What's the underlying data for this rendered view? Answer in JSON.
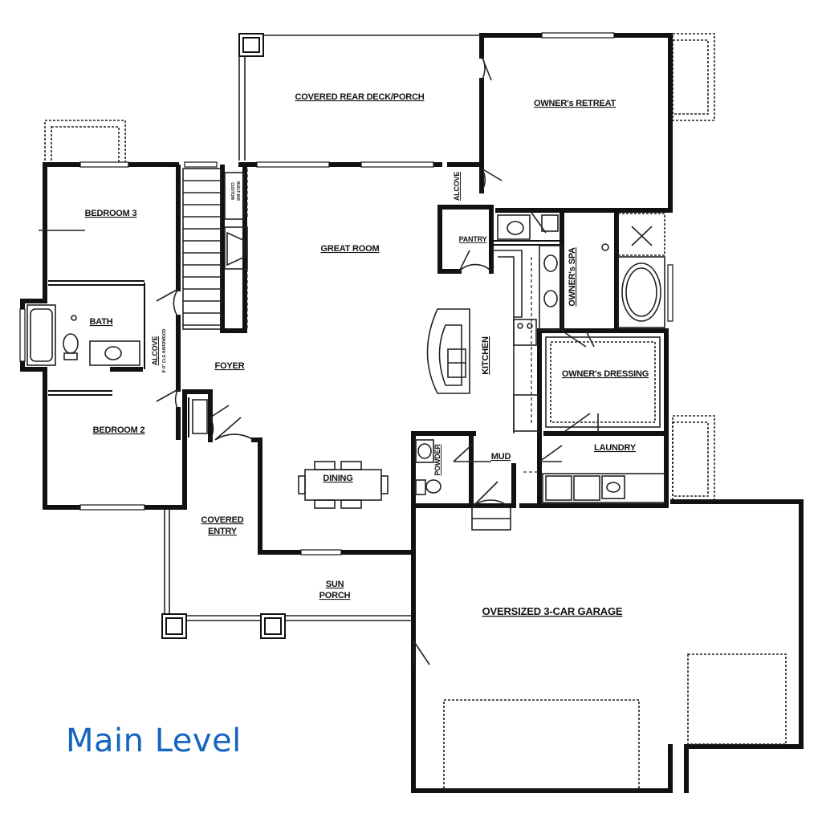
{
  "title": "Main Level",
  "colors": {
    "title": "#1565c0",
    "walls": "#111111",
    "background": "#ffffff"
  },
  "rooms": {
    "covered_rear_deck": "COVERED REAR DECK/PORCH",
    "owners_retreat": "OWNER's RETREAT",
    "bedroom3": "BEDROOM 3",
    "great_room": "GREAT ROOM",
    "alcove_top": "ALCOVE",
    "pantry": "PANTRY",
    "owners_spa": "OWNER's SPA",
    "bath": "BATH",
    "alcove_left": "ALCOVE",
    "alcove_note": "9'-0\" CLG HARDWOOD",
    "foyer": "FOYER",
    "kitchen": "KITCHEN",
    "owners_dressing": "OWNER's DRESSING",
    "bedroom2": "BEDROOM 2",
    "mud": "MUD",
    "laundry": "LAUNDRY",
    "powder": "POWDER",
    "dining": "DINING",
    "covered_entry_1": "COVERED",
    "covered_entry_2": "ENTRY",
    "sun_porch_1": "SUN",
    "sun_porch_2": "PORCH",
    "garage": "OVERSIZED 3-CAR GARAGE"
  },
  "notes": {
    "custom_builtins_1": "CUSTOM",
    "custom_builtins_2": "BUILT-INS"
  }
}
